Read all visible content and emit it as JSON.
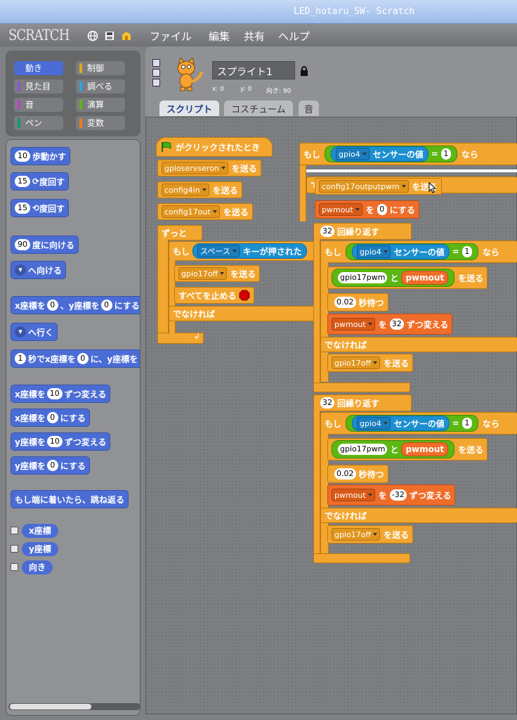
{
  "window": {
    "title": "LED_hotaru_SW- Scratch"
  },
  "menu": {
    "logo": "SCRATCH",
    "file": "ファイル",
    "edit": "編集",
    "share": "共有",
    "help": "ヘルプ"
  },
  "categories": [
    {
      "label": "動き",
      "color": "#4a6cd4"
    },
    {
      "label": "制御",
      "color": "#e1a91a"
    },
    {
      "label": "見た目",
      "color": "#8a55d7"
    },
    {
      "label": "調べる",
      "color": "#2ca5e2"
    },
    {
      "label": "音",
      "color": "#bb42c3"
    },
    {
      "label": "演算",
      "color": "#5cb712"
    },
    {
      "label": "ペン",
      "color": "#0e9a6c"
    },
    {
      "label": "変数",
      "color": "#ee7d16"
    }
  ],
  "palette": {
    "move": {
      "num": "10",
      "label": "歩動かす"
    },
    "turn_cw": {
      "num": "15",
      "label": "度回す"
    },
    "turn_ccw": {
      "num": "15",
      "label": "度回す"
    },
    "point_dir": {
      "num": "90",
      "label": "度に向ける"
    },
    "point_to": {
      "label": "へ向ける"
    },
    "goto_xy": {
      "a": "x座標を",
      "x": "0",
      "b": "、y座標を",
      "y": "0",
      "c": "にする"
    },
    "goto": {
      "label": "へ行く"
    },
    "glide": {
      "secs": "1",
      "a": "秒でx座標を",
      "x": "0",
      "b": "に、y座標を"
    },
    "change_x": {
      "a": "x座標を",
      "n": "10",
      "b": "ずつ変える"
    },
    "set_x": {
      "a": "x座標を",
      "n": "0",
      "b": "にする"
    },
    "change_y": {
      "a": "y座標を",
      "n": "10",
      "b": "ずつ変える"
    },
    "set_y": {
      "a": "y座標を",
      "n": "0",
      "b": "にする"
    },
    "bounce": "もし端に着いたら、跳ね返る",
    "rep_x": "x座標",
    "rep_y": "y座標",
    "rep_dir": "向き"
  },
  "sprite": {
    "name": "スプライト1",
    "x_label": "x: 0",
    "y_label": "y: 0",
    "dir_label": "向き: 90"
  },
  "tabs": {
    "scripts": "スクリプト",
    "costumes": "コスチューム",
    "sounds": "音"
  },
  "script1": {
    "hat": "がクリックされたとき",
    "s1": "gpioservseron",
    "s2": "config4in",
    "s3": "config17out",
    "send": "を送る",
    "forever": "ずっと",
    "if": "もし",
    "key": "スペース",
    "keytext": "キーが押された",
    "s4": "gpio17off",
    "stop": "すべてを止める",
    "else": "でなければ"
  },
  "script2": {
    "if": "もし",
    "sensor": "gpio4",
    "sensortext": "センサーの値",
    "eq": "=",
    "val": "1",
    "then": "なら",
    "s_pwm": "config17outputpwm",
    "send": "を送る",
    "else_frag": "で",
    "var": "pwmout",
    "setto": "を",
    "zero": "0",
    "set": "にする",
    "rep": "32",
    "reptext": "回繰り返す",
    "join_a": "gpio17pwm",
    "join_and": "と",
    "wait": "0.02",
    "waittext": "秒待つ",
    "change_by": "を",
    "inc": "32",
    "dec": "-32",
    "changetext": "ずつ変える",
    "else": "でなければ",
    "s_off": "gpio17off"
  }
}
